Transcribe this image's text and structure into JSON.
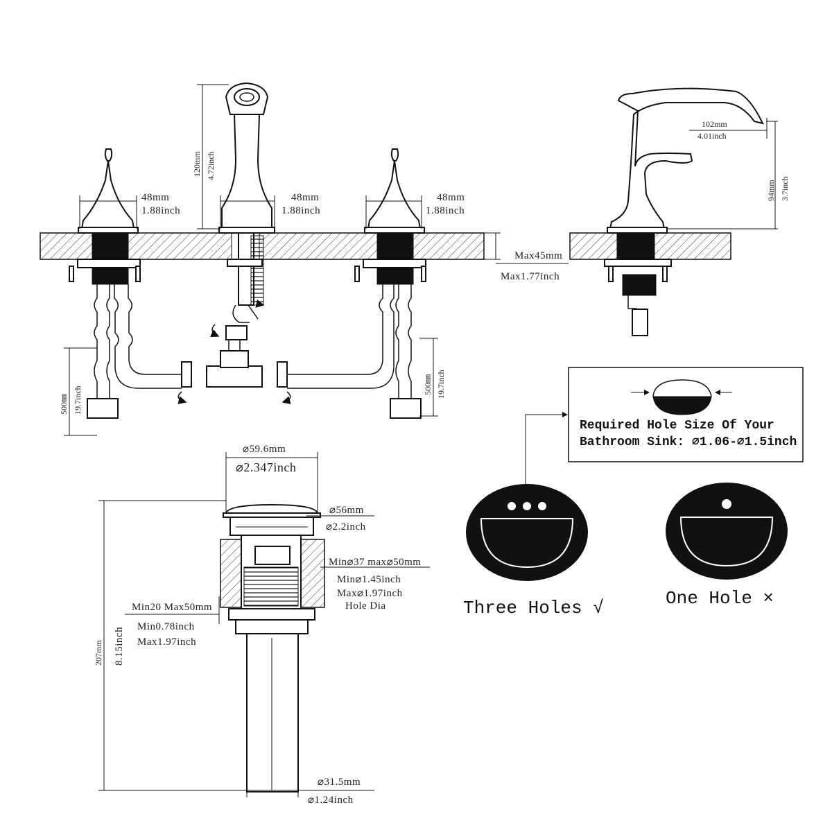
{
  "front_view": {
    "left_handle_dia_mm": "48mm",
    "left_handle_dia_in": "1.88inch",
    "spout_dia_mm": "48mm",
    "spout_dia_in": "1.88inch",
    "right_handle_dia_mm": "48mm",
    "right_handle_dia_in": "1.88inch",
    "spout_height_mm": "120mm",
    "spout_height_in": "4.72inch",
    "deck_max_mm": "Max45mm",
    "deck_max_in": "Max1.77inch",
    "hose_left_mm": "500㎜",
    "hose_left_in": "19.7inch",
    "hose_right_mm": "500㎜",
    "hose_right_in": "19.7inch"
  },
  "side_view": {
    "reach_mm": "102mm",
    "reach_in": "4.01inch",
    "height_mm": "94mm",
    "height_in": "3.7inch"
  },
  "drain": {
    "cap_dia_mm": "⌀59.6mm",
    "cap_dia_in": "⌀2.347inch",
    "flange_dia_mm": "⌀56mm",
    "flange_dia_in": "⌀2.2inch",
    "hole_range_mm": "Min⌀37 max⌀50mm",
    "hole_min_in": "Min⌀1.45inch",
    "hole_max_in": "Max⌀1.97inch",
    "hole_label": "Hole Dia",
    "thickness_mm": "Min20 Max50mm",
    "thickness_min_in": "Min0.78inch",
    "thickness_max_in": "Max1.97inch",
    "length_mm": "207mm",
    "length_in": "8.15inch",
    "tail_dia_mm": "⌀31.5mm",
    "tail_dia_in": "⌀1.24inch"
  },
  "hole_note": {
    "line1": "Required Hole Size Of Your",
    "line2": "Bathroom Sink: ⌀1.06-⌀1.5inch"
  },
  "sinks": {
    "three_label": "Three Holes √",
    "one_label": "One Hole ×"
  },
  "colors": {
    "ink": "#111111",
    "background": "#ffffff"
  }
}
